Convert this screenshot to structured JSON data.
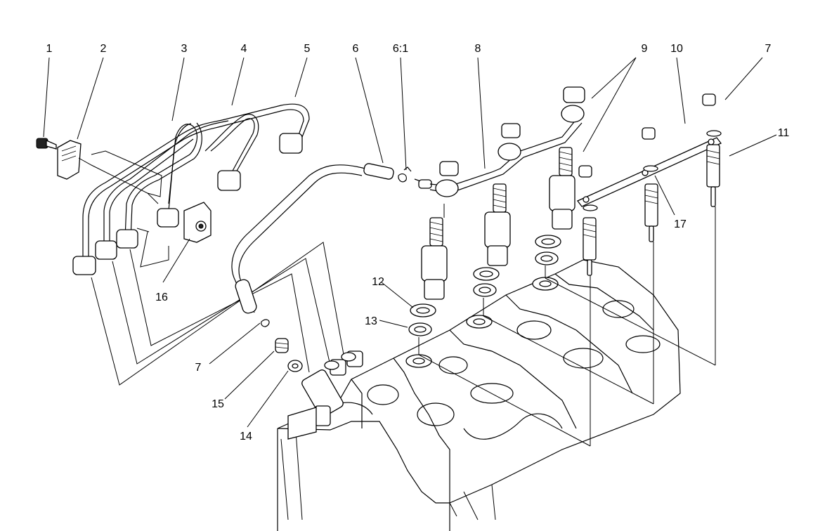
{
  "callouts": [
    {
      "label": "1"
    },
    {
      "label": "2"
    },
    {
      "label": "3"
    },
    {
      "label": "4"
    },
    {
      "label": "5"
    },
    {
      "label": "6"
    },
    {
      "label": "6:1"
    },
    {
      "label": "8"
    },
    {
      "label": "9"
    },
    {
      "label": "10"
    },
    {
      "label": "7"
    },
    {
      "label": "11"
    },
    {
      "label": "16"
    },
    {
      "label": "12"
    },
    {
      "label": "13"
    },
    {
      "label": "7"
    },
    {
      "label": "15"
    },
    {
      "label": "14"
    },
    {
      "label": "17"
    }
  ]
}
